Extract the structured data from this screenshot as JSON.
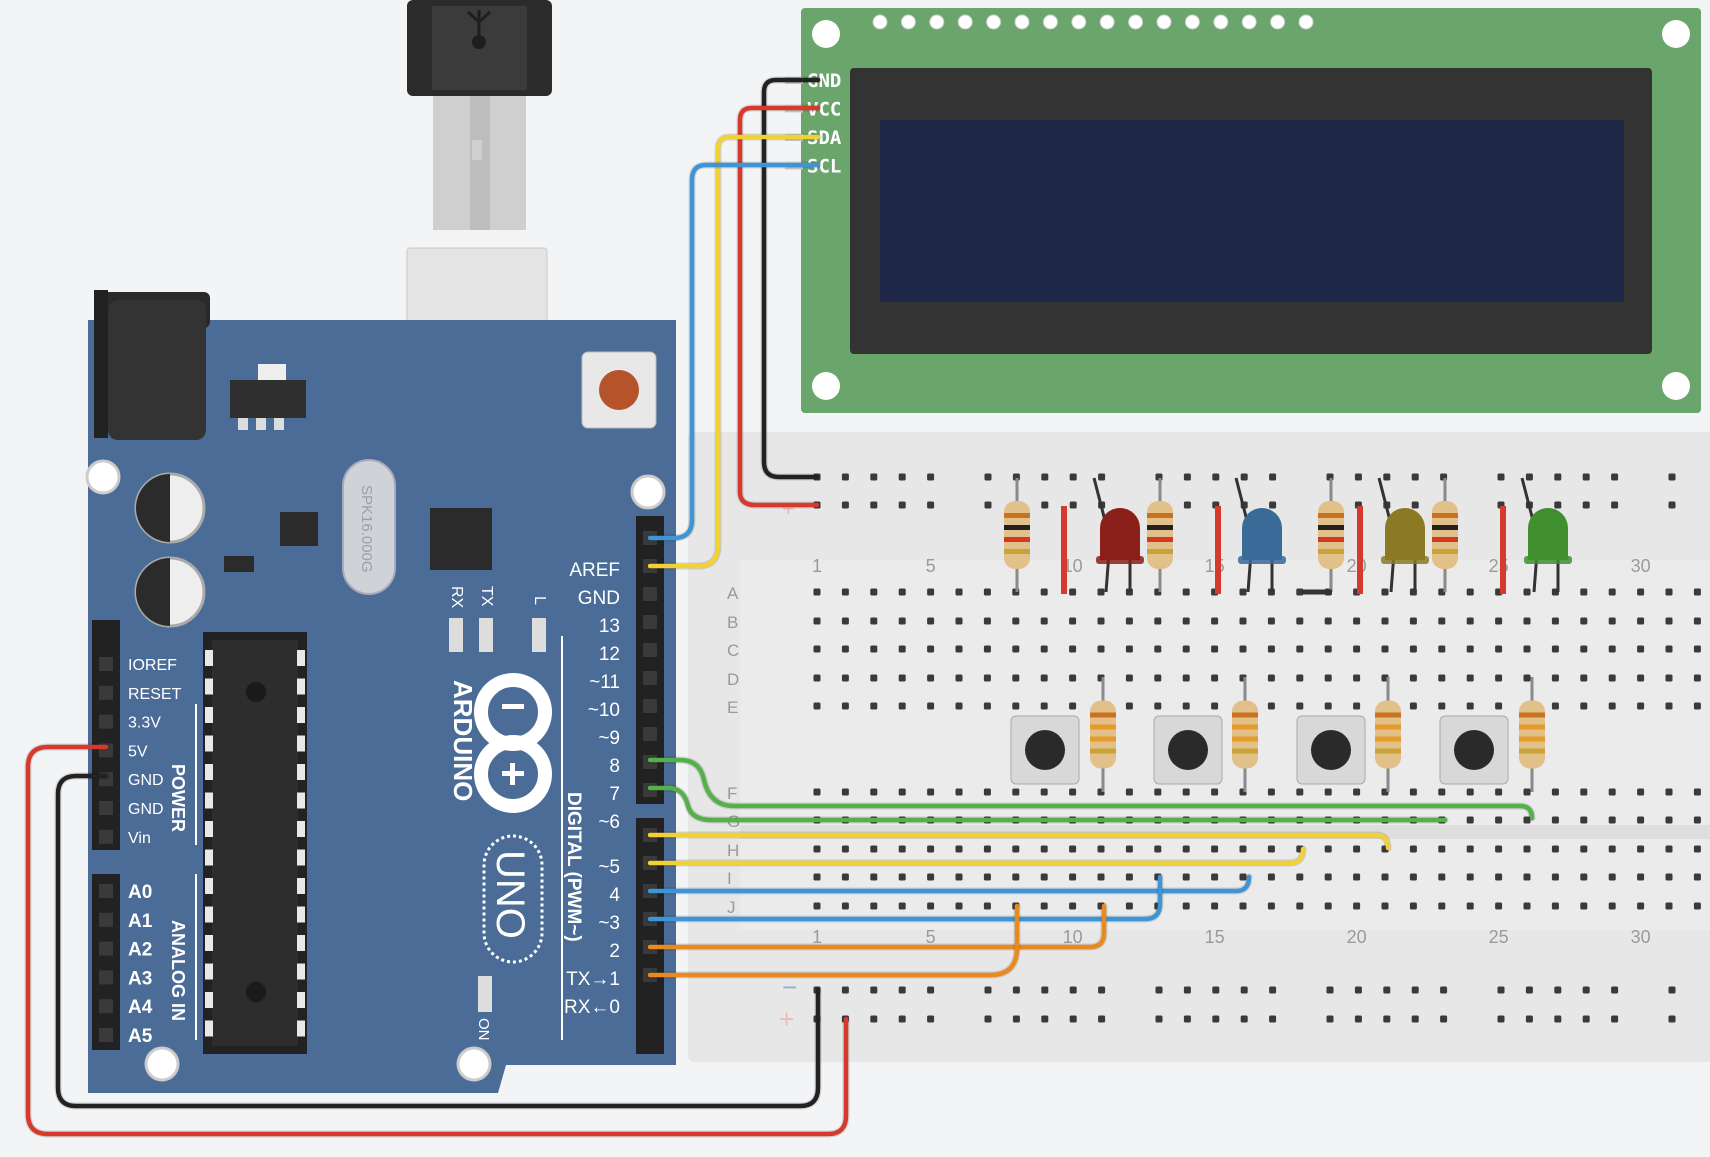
{
  "arduino": {
    "brand": "ARDUINO",
    "model": "UNO",
    "crystal": "SPK16.000G",
    "led_labels": [
      "RX",
      "TX",
      "L"
    ],
    "on_label": "ON",
    "digital_pins": [
      "AREF",
      "GND",
      "13",
      "12",
      "~11",
      "~10",
      "~9",
      "8",
      "7",
      "~6",
      "~5",
      "4",
      "~3",
      "2",
      "TX→1",
      "RX←0"
    ],
    "digital_header_label": "DIGITAL (PWM~)",
    "power_pins": [
      "IOREF",
      "RESET",
      "3.3V",
      "5V",
      "GND",
      "GND",
      "Vin"
    ],
    "power_label": "POWER",
    "analog_pins": [
      "A0",
      "A1",
      "A2",
      "A3",
      "A4",
      "A5"
    ],
    "analog_label": "ANALOG IN"
  },
  "lcd": {
    "pins": [
      "GND",
      "VCC",
      "SDA",
      "SCL"
    ]
  },
  "breadboard": {
    "row_labels": [
      "A",
      "B",
      "C",
      "D",
      "E",
      "F",
      "G",
      "H",
      "I",
      "J"
    ],
    "column_numbers": [
      "1",
      "5",
      "10",
      "15",
      "20",
      "25",
      "30"
    ],
    "rail_minus": "−",
    "rail_plus": "+"
  },
  "components": {
    "leds": [
      "red",
      "blue",
      "olive",
      "green"
    ],
    "pushbuttons": 4
  },
  "colors": {
    "board_blue": "#4a6c96",
    "lcd_green": "#6aa66b",
    "lcd_screen": "#1f2747",
    "wire_red": "#d53a2c",
    "wire_black": "#222222",
    "wire_yellow": "#f2d132",
    "wire_blue": "#3d95d6",
    "wire_green": "#55b04a",
    "wire_orange": "#e88a1f",
    "led_red": "#8b1f1a",
    "led_blue": "#3a6a98",
    "led_olive": "#8a7a24",
    "led_green": "#3f8f2e"
  }
}
